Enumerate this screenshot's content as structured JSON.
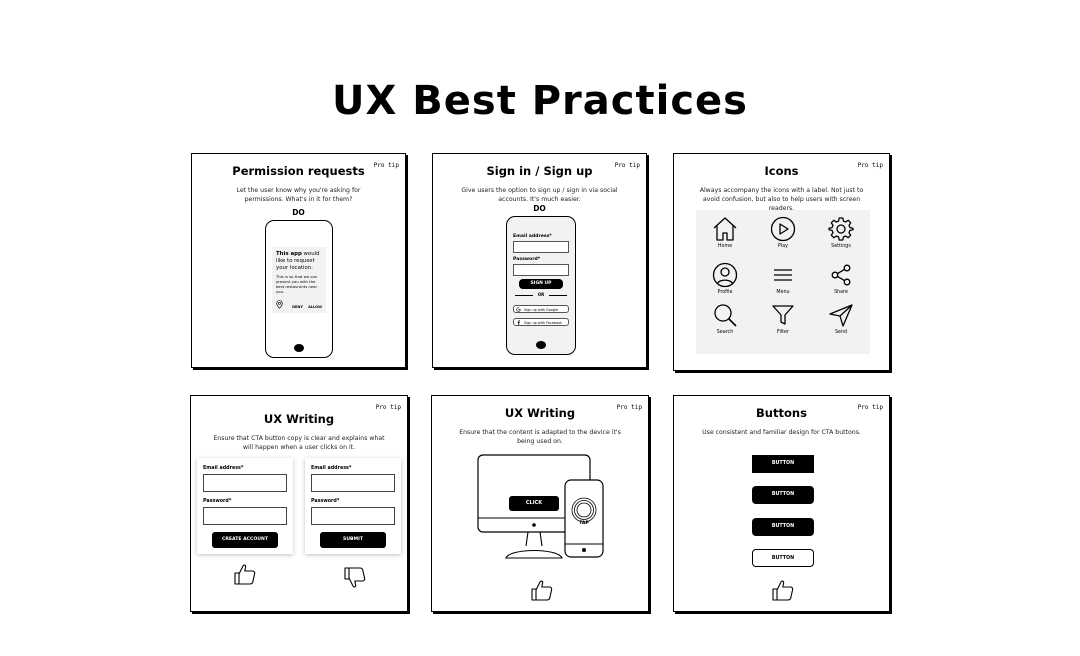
{
  "page_title": "UX Best Practices",
  "pro_tip": "Pro tip",
  "cards": {
    "permission": {
      "title": "Permission requests",
      "desc": "Let the user know why you're asking for permissions. What's in it for them?",
      "do_label": "DO",
      "dialog_app": "This app",
      "dialog_main": " would like to request your location.",
      "dialog_sub": "This is so that we can present you with the best restaurants near you.",
      "deny": "DENY",
      "allow": "ALLOW"
    },
    "signin": {
      "title": "Sign in / Sign up",
      "desc": "Give users the option to sign up / sign in via social accounts. It's much easier.",
      "do_label": "DO",
      "email_label": "Email address*",
      "password_label": "Password*",
      "signup_btn": "SIGN UP",
      "or": "OR",
      "google_btn": "Sign up with Google",
      "facebook_btn": "Sign up with Facebook"
    },
    "icons": {
      "title": "Icons",
      "desc": "Always accompany the icons with a label. Not just to avoid confusion, but also to help users with screen readers.",
      "items": [
        {
          "label": "Home",
          "icon": "home-icon"
        },
        {
          "label": "Play",
          "icon": "play-icon"
        },
        {
          "label": "Settings",
          "icon": "gear-icon"
        },
        {
          "label": "Profile",
          "icon": "profile-icon"
        },
        {
          "label": "Menu",
          "icon": "menu-icon"
        },
        {
          "label": "Share",
          "icon": "share-icon"
        },
        {
          "label": "Search",
          "icon": "search-icon"
        },
        {
          "label": "Filter",
          "icon": "filter-icon"
        },
        {
          "label": "Send",
          "icon": "send-icon"
        }
      ]
    },
    "ux_writing_1": {
      "title": "UX Writing",
      "desc": "Ensure that CTA button copy is clear and explains what will happen when a user clicks on it.",
      "email_label": "Email address*",
      "password_label": "Password*",
      "good_btn": "CREATE ACCOUNT",
      "bad_btn": "SUBMIT"
    },
    "ux_writing_2": {
      "title": "UX Writing",
      "desc": "Ensure that the content is adapted to the device it's being used on.",
      "click_btn": "CLICK",
      "tap_btn": "TAP"
    },
    "buttons": {
      "title": "Buttons",
      "desc": "Use consistent and familiar design for CTA buttons.",
      "button_label": "BUTTON"
    }
  }
}
